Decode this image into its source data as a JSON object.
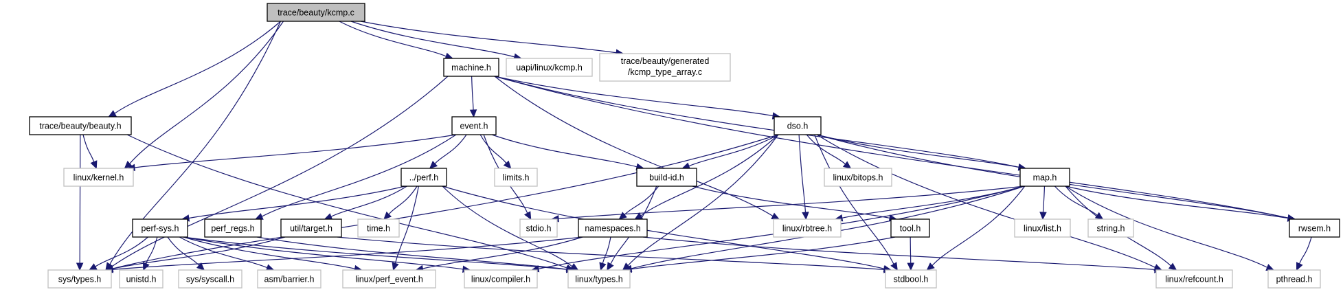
{
  "title": "trace/beauty/kcmp.c include dependency graph",
  "colors": {
    "edge": "#191970",
    "root_fill": "#bfbfbf",
    "internal_border": "#000000",
    "external_border": "#bfbfbf"
  },
  "nodes": [
    {
      "id": "kcmp_c",
      "label": "trace/beauty/kcmp.c",
      "kind": "root"
    },
    {
      "id": "machine_h",
      "label": "machine.h",
      "kind": "internal"
    },
    {
      "id": "uapi_kcmp_h",
      "label": "uapi/linux/kcmp.h",
      "kind": "external"
    },
    {
      "id": "kcmp_type_array_c",
      "label": "trace/beauty/generated",
      "label2": "/kcmp_type_array.c",
      "kind": "external"
    },
    {
      "id": "beauty_h",
      "label": "trace/beauty/beauty.h",
      "kind": "internal"
    },
    {
      "id": "event_h",
      "label": "event.h",
      "kind": "internal"
    },
    {
      "id": "dso_h",
      "label": "dso.h",
      "kind": "internal"
    },
    {
      "id": "linux_kernel_h",
      "label": "linux/kernel.h",
      "kind": "external"
    },
    {
      "id": "perf_h",
      "label": "../perf.h",
      "kind": "internal"
    },
    {
      "id": "limits_h",
      "label": "limits.h",
      "kind": "external"
    },
    {
      "id": "build_id_h",
      "label": "build-id.h",
      "kind": "internal"
    },
    {
      "id": "linux_bitops_h",
      "label": "linux/bitops.h",
      "kind": "external"
    },
    {
      "id": "map_h",
      "label": "map.h",
      "kind": "internal"
    },
    {
      "id": "perf_sys_h",
      "label": "perf-sys.h",
      "kind": "internal"
    },
    {
      "id": "perf_regs_h",
      "label": "perf_regs.h",
      "kind": "internal"
    },
    {
      "id": "util_target_h",
      "label": "util/target.h",
      "kind": "internal"
    },
    {
      "id": "time_h",
      "label": "time.h",
      "kind": "external"
    },
    {
      "id": "stdio_h",
      "label": "stdio.h",
      "kind": "external"
    },
    {
      "id": "namespaces_h",
      "label": "namespaces.h",
      "kind": "internal"
    },
    {
      "id": "linux_rbtree_h",
      "label": "linux/rbtree.h",
      "kind": "external"
    },
    {
      "id": "tool_h",
      "label": "tool.h",
      "kind": "internal"
    },
    {
      "id": "linux_list_h",
      "label": "linux/list.h",
      "kind": "external"
    },
    {
      "id": "string_h",
      "label": "string.h",
      "kind": "external"
    },
    {
      "id": "rwsem_h",
      "label": "rwsem.h",
      "kind": "internal"
    },
    {
      "id": "sys_types_h",
      "label": "sys/types.h",
      "kind": "external"
    },
    {
      "id": "unistd_h",
      "label": "unistd.h",
      "kind": "external"
    },
    {
      "id": "sys_syscall_h",
      "label": "sys/syscall.h",
      "kind": "external"
    },
    {
      "id": "asm_barrier_h",
      "label": "asm/barrier.h",
      "kind": "external"
    },
    {
      "id": "linux_perf_event_h",
      "label": "linux/perf_event.h",
      "kind": "external"
    },
    {
      "id": "linux_compiler_h",
      "label": "linux/compiler.h",
      "kind": "external"
    },
    {
      "id": "linux_types_h",
      "label": "linux/types.h",
      "kind": "external"
    },
    {
      "id": "stdbool_h",
      "label": "stdbool.h",
      "kind": "external"
    },
    {
      "id": "linux_refcount_h",
      "label": "linux/refcount.h",
      "kind": "external"
    },
    {
      "id": "pthread_h",
      "label": "pthread.h",
      "kind": "external"
    }
  ],
  "edges": [
    [
      "kcmp_c",
      "machine_h"
    ],
    [
      "kcmp_c",
      "uapi_kcmp_h"
    ],
    [
      "kcmp_c",
      "kcmp_type_array_c"
    ],
    [
      "kcmp_c",
      "beauty_h"
    ],
    [
      "kcmp_c",
      "linux_kernel_h"
    ],
    [
      "kcmp_c",
      "sys_types_h"
    ],
    [
      "machine_h",
      "event_h"
    ],
    [
      "machine_h",
      "dso_h"
    ],
    [
      "machine_h",
      "map_h"
    ],
    [
      "machine_h",
      "rwsem_h"
    ],
    [
      "machine_h",
      "linux_rbtree_h"
    ],
    [
      "machine_h",
      "sys_types_h"
    ],
    [
      "beauty_h",
      "linux_kernel_h"
    ],
    [
      "beauty_h",
      "sys_types_h"
    ],
    [
      "beauty_h",
      "linux_types_h"
    ],
    [
      "event_h",
      "linux_kernel_h"
    ],
    [
      "event_h",
      "perf_h"
    ],
    [
      "event_h",
      "limits_h"
    ],
    [
      "event_h",
      "stdio_h"
    ],
    [
      "event_h",
      "build_id_h"
    ],
    [
      "event_h",
      "perf_regs_h"
    ],
    [
      "dso_h",
      "sys_types_h"
    ],
    [
      "dso_h",
      "build_id_h"
    ],
    [
      "dso_h",
      "namespaces_h"
    ],
    [
      "dso_h",
      "linux_bitops_h"
    ],
    [
      "dso_h",
      "linux_rbtree_h"
    ],
    [
      "dso_h",
      "map_h"
    ],
    [
      "dso_h",
      "rwsem_h"
    ],
    [
      "dso_h",
      "linux_refcount_h"
    ],
    [
      "dso_h",
      "stdbool_h"
    ],
    [
      "dso_h",
      "linux_types_h"
    ],
    [
      "perf_h",
      "perf_sys_h"
    ],
    [
      "perf_h",
      "util_target_h"
    ],
    [
      "perf_h",
      "time_h"
    ],
    [
      "perf_h",
      "linux_perf_event_h"
    ],
    [
      "perf_h",
      "linux_types_h"
    ],
    [
      "perf_h",
      "stdbool_h"
    ],
    [
      "build_id_h",
      "namespaces_h"
    ],
    [
      "build_id_h",
      "tool_h"
    ],
    [
      "build_id_h",
      "linux_types_h"
    ],
    [
      "map_h",
      "stdio_h"
    ],
    [
      "map_h",
      "linux_rbtree_h"
    ],
    [
      "map_h",
      "linux_list_h"
    ],
    [
      "map_h",
      "string_h"
    ],
    [
      "map_h",
      "rwsem_h"
    ],
    [
      "map_h",
      "linux_refcount_h"
    ],
    [
      "map_h",
      "pthread_h"
    ],
    [
      "map_h",
      "stdbool_h"
    ],
    [
      "map_h",
      "linux_types_h"
    ],
    [
      "map_h",
      "linux_compiler_h"
    ],
    [
      "perf_sys_h",
      "sys_types_h"
    ],
    [
      "perf_sys_h",
      "unistd_h"
    ],
    [
      "perf_sys_h",
      "sys_syscall_h"
    ],
    [
      "perf_sys_h",
      "asm_barrier_h"
    ],
    [
      "perf_sys_h",
      "linux_perf_event_h"
    ],
    [
      "perf_sys_h",
      "linux_compiler_h"
    ],
    [
      "perf_sys_h",
      "linux_types_h"
    ],
    [
      "perf_regs_h",
      "linux_types_h"
    ],
    [
      "util_target_h",
      "sys_types_h"
    ],
    [
      "util_target_h",
      "stdbool_h"
    ],
    [
      "namespaces_h",
      "sys_types_h"
    ],
    [
      "namespaces_h",
      "linux_perf_event_h"
    ],
    [
      "namespaces_h",
      "linux_types_h"
    ],
    [
      "namespaces_h",
      "linux_refcount_h"
    ],
    [
      "tool_h",
      "stdbool_h"
    ],
    [
      "tool_h",
      "linux_types_h"
    ],
    [
      "rwsem_h",
      "pthread_h"
    ]
  ]
}
